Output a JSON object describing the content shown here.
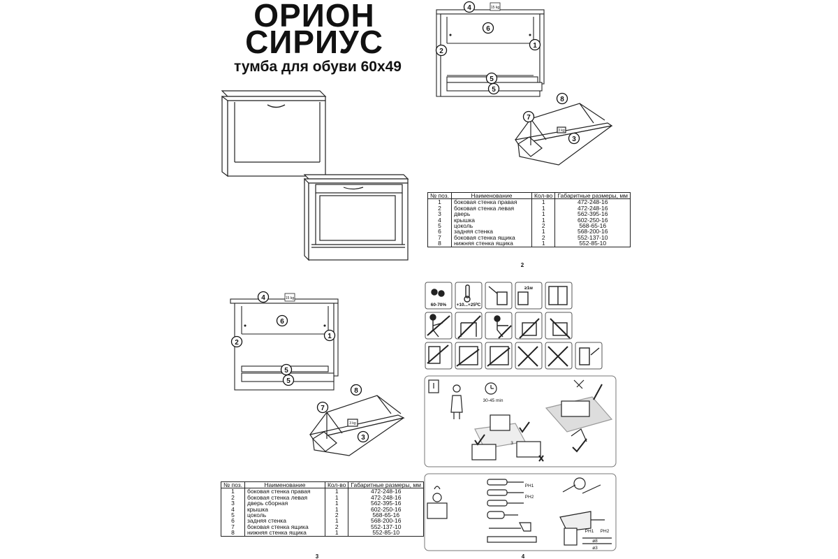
{
  "header": {
    "title_line1": "ОРИОН",
    "title_line2": "СИРИУС",
    "subtitle": "тумба для обуви 60х49"
  },
  "callouts": {
    "n1": "1",
    "n2": "2",
    "n3": "3",
    "n4": "4",
    "n5": "5",
    "n6": "6",
    "n7": "7",
    "n8": "8",
    "weight_15": "15 kg",
    "weight_3": "3 kg"
  },
  "table_columns": [
    "№ поз.",
    "Наименование",
    "Кол-во",
    "Габаритные размеры, мм"
  ],
  "table_page2": [
    [
      "1",
      "боковая стенка правая",
      "1",
      "472-248-16"
    ],
    [
      "2",
      "боковая стенка левая",
      "1",
      "472-248-16"
    ],
    [
      "3",
      "дверь",
      "1",
      "562-395-16"
    ],
    [
      "4",
      "крышка",
      "1",
      "602-250-16"
    ],
    [
      "5",
      "цоколь",
      "2",
      "568-65-16"
    ],
    [
      "6",
      "задняя стенка",
      "1",
      "568-200-16"
    ],
    [
      "7",
      "боковая стенка ящика",
      "2",
      "552-137-10"
    ],
    [
      "8",
      "нижняя стенка ящика",
      "1",
      "552-85-10"
    ]
  ],
  "table_page3": [
    [
      "1",
      "боковая стенка правая",
      "1",
      "472-248-16"
    ],
    [
      "2",
      "боковая стенка левая",
      "1",
      "472-248-16"
    ],
    [
      "3",
      "дверь сборная",
      "1",
      "562-395-16"
    ],
    [
      "4",
      "крышка",
      "1",
      "602-250-16"
    ],
    [
      "5",
      "цоколь",
      "2",
      "568-65-16"
    ],
    [
      "6",
      "задняя стенка",
      "1",
      "568-200-16"
    ],
    [
      "7",
      "боковая стенка ящика",
      "2",
      "552-137-10"
    ],
    [
      "8",
      "нижняя стенка ящика",
      "1",
      "552-85-10"
    ]
  ],
  "care_icons": {
    "humidity": "60-70%",
    "temperature": "+10...+25⁰C",
    "distance": "≥1м"
  },
  "assembly_box": {
    "time": "30-45 min",
    "weight": "3"
  },
  "tools": {
    "ph1": "PH1",
    "ph2": "PH2",
    "drill_ph1": "PH1",
    "drill_ph2": "PH2",
    "drill_8": "ø8",
    "drill_3": "ø3"
  },
  "page_numbers": {
    "p2": "2",
    "p3": "3",
    "p4": "4"
  }
}
